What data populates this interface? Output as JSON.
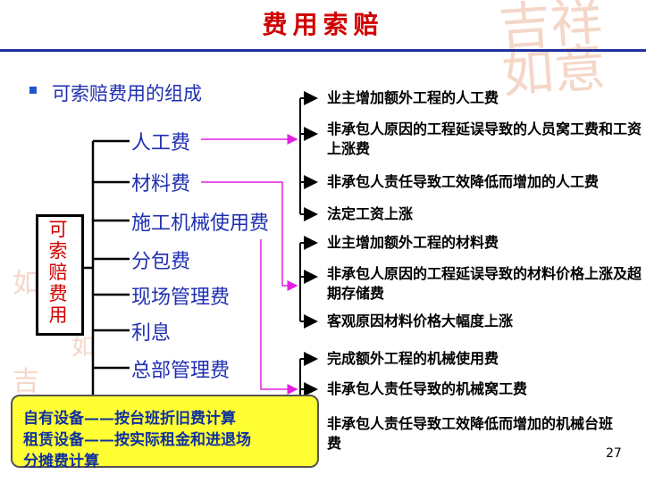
{
  "slide": {
    "title": "费用索赔",
    "subtitle": "可索赔费用的组成",
    "root_label": "可索赔费用",
    "categories": [
      "人工费",
      "材料费",
      "施工机械使用费",
      "分包费",
      "现场管理费",
      "利息",
      "总部管理费"
    ],
    "labor_items": [
      "业主增加额外工程的人工费",
      "非承包人原因的工程延误导致的人员窝工费和工资上涨费",
      "非承包人责任导致工效降低而增加的人工费",
      "法定工资上涨"
    ],
    "material_items": [
      "业主增加额外工程的材料费",
      "非承包人原因的工程延误导致的材料价格上涨及超期存储费",
      "客观原因材料价格大幅度上涨"
    ],
    "machinery_items": [
      "完成额外工程的机械使用费",
      "非承包人责任导致的机械窝工费",
      "非承包人责任导致工效降低而增加的机械台班费"
    ],
    "callout_lines": [
      "自有设备——按台班折旧费计算",
      "租赁设备——按实际租金和进退场",
      "分摊费计算"
    ],
    "page_number": "27",
    "colors": {
      "title": "#d00000",
      "category": "#1f2fb0",
      "connector": "#e020e0",
      "callout_bg": "#ffff33"
    }
  }
}
